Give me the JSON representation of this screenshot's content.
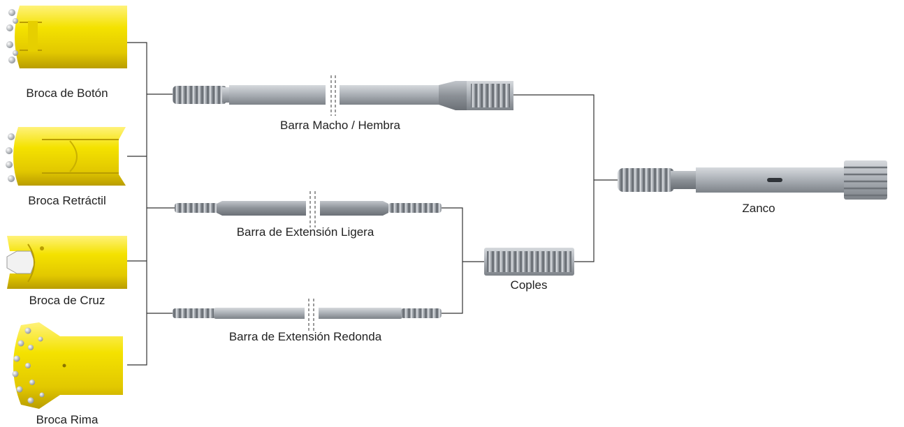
{
  "bits": [
    {
      "label": "Broca de Botón"
    },
    {
      "label": "Broca Retráctil"
    },
    {
      "label": "Broca de Cruz"
    },
    {
      "label": "Broca Rima"
    }
  ],
  "rods": [
    {
      "label": "Barra Macho / Hembra"
    },
    {
      "label": "Barra de Extensión Ligera"
    },
    {
      "label": "Barra de Extensión Redonda"
    }
  ],
  "coupling": {
    "label": "Coples"
  },
  "shank": {
    "label": "Zanco"
  },
  "colors": {
    "bit_yellow": "#f2e000",
    "steel_gray": "#a8adb4",
    "connector_line": "#333333",
    "label_text": "#222222"
  }
}
